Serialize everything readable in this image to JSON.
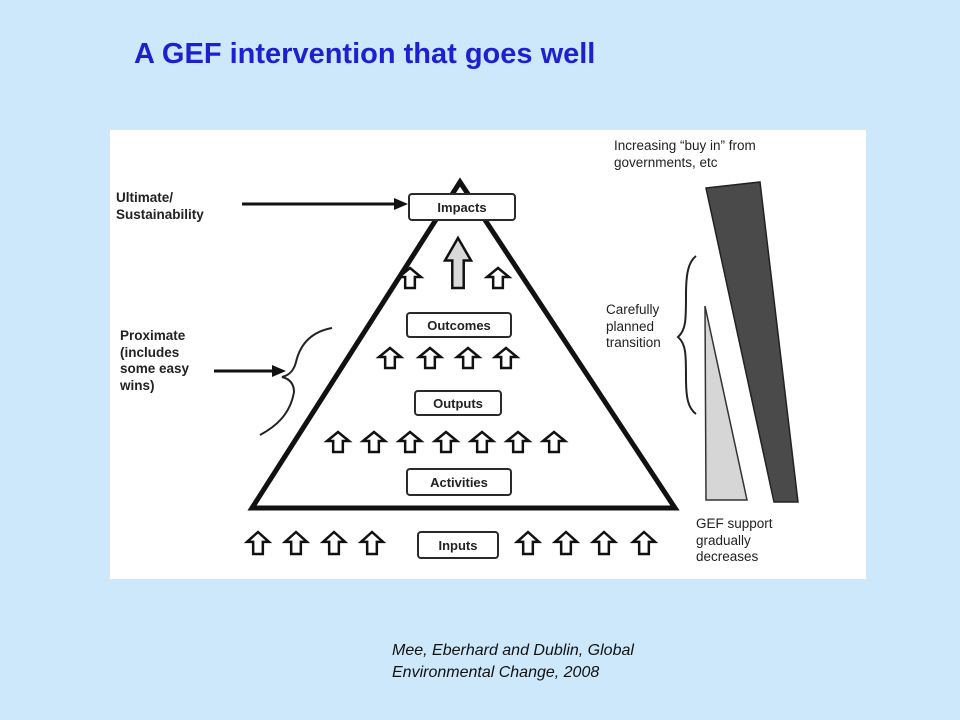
{
  "slide": {
    "title": "A GEF intervention that goes well",
    "citation": "Mee, Eberhard and Dublin, Global\nEnvironmental Change, 2008"
  },
  "diagram": {
    "labels": {
      "ultimate": "Ultimate/\nSustainability",
      "proximate": "Proximate\n(includes\nsome easy\nwins)",
      "buy_in": "Increasing “buy in” from\ngovernments, etc",
      "transition": "Carefully\nplanned\ntransition",
      "gef_support": "GEF support\ngradually\ndecreases"
    },
    "boxes": {
      "impacts": "Impacts",
      "outcomes": "Outcomes",
      "outputs": "Outputs",
      "activities": "Activities",
      "inputs": "Inputs"
    },
    "colors": {
      "background": "#cce8fa",
      "title": "#1f1fd0",
      "dark_wedge": "#4a4a4a",
      "light_wedge": "#d6d6d6",
      "arrow_fill": "#d9d9d9"
    }
  }
}
